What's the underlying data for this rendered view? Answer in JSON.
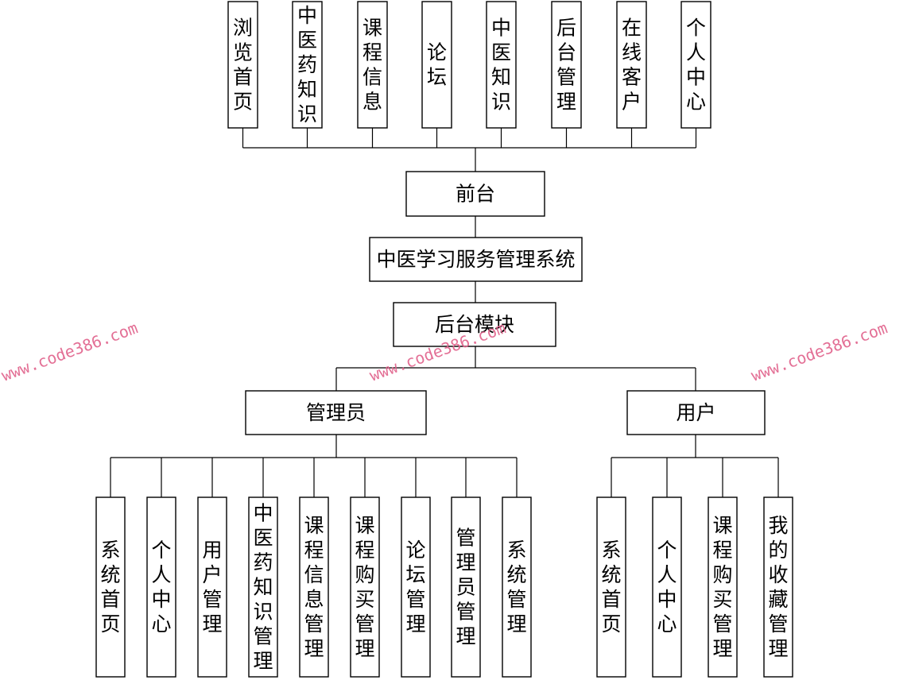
{
  "diagram": {
    "frontend": {
      "label": "前台",
      "children": [
        "浏览首页",
        "中医药知识",
        "课程信息",
        "论坛",
        "中医知识",
        "后台管理",
        "在线客户",
        "个人中心"
      ]
    },
    "system": {
      "label": "中医学习服务管理系统"
    },
    "backend": {
      "label": "后台模块"
    },
    "admin": {
      "label": "管理员",
      "children": [
        "系统首页",
        "个人中心",
        "用户管理",
        "中医药知识管理",
        "课程信息管理",
        "课程购买管理",
        "论坛管理",
        "管理员管理",
        "系统管理"
      ]
    },
    "user": {
      "label": "用户",
      "children": [
        "系统首页",
        "个人中心",
        "课程购买管理",
        "我的收藏管理"
      ]
    }
  },
  "watermark": {
    "text": "www.code386.com",
    "color": "#e0608a"
  }
}
